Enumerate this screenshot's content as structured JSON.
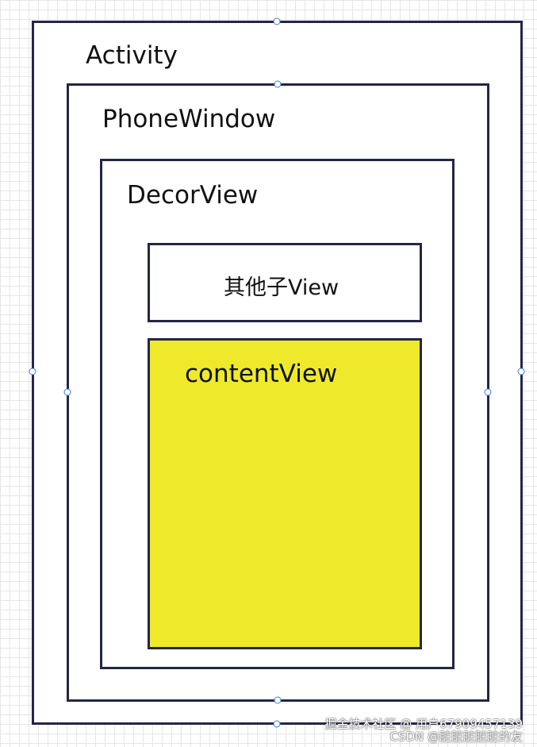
{
  "diagram": {
    "activity_label": "Activity",
    "phonewindow_label": "PhoneWindow",
    "decorview_label": "DecorView",
    "other_child_view_label": "其他子View",
    "contentview_label": "contentView",
    "contentview_fill": "#eeea2b",
    "border_color": "#232645",
    "handle_color": "#3b7fd9"
  },
  "watermark": {
    "line1": "掘金技术社区 @ 用户67909457139",
    "line2": "CSDN @脏脏脏脏脏的友"
  }
}
